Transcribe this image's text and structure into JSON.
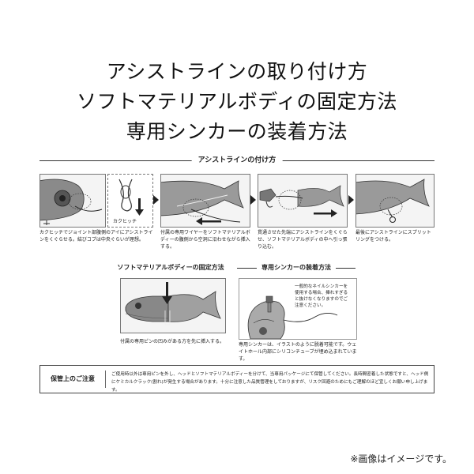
{
  "titles": [
    "アシストラインの取り付け方",
    "ソフトマテリアルボディの固定方法",
    "専用シンカーの装着方法"
  ],
  "assist_section": {
    "header": "アシストラインの付け方",
    "panel1_caption": "カクヒッチでジョイント部腹側のアイにアシストラインをくぐらせる。結びコブは中央ぐらいが理想。",
    "panel1_inset_label": "カクヒッチ",
    "panel2_caption": "付属の専用ワイヤーをソフトマテリアルボディーの腹側から空洞に沿わせながら挿入する。",
    "panel3_caption": "貫通させた先端にアシストラインをくぐらせ、ソフトマテリアルボディの中へ引っ張り込む。",
    "panel4_caption": "最後にアシストラインにスプリットリングをつける。"
  },
  "body_section": {
    "header": "ソフトマテリアルボディーの固定方法",
    "caption": "付属の専用ピンの凹みがある方を先に挿入する。"
  },
  "sinker_section": {
    "header": "専用シンカーの装着方法",
    "bubble": "一般的なネイルシンカーを使用する場合、挿れすぎると抜けなくなりますのでご注意ください。",
    "caption": "専用シンカーは、イラストのように脱着可能です。ウェイトホール内部にシリコンチューブが埋め込まれています。"
  },
  "notes": {
    "title": "保管上のご注意",
    "body": "ご使用時以外は専用ピンを外し、ヘッドとソフトマテリアルボディーを分けて、当専用パッケージにて保管してください。長時間密着した状態ですと、ヘッド側にケミカルクラック(割れ)が発生する場合があります。十分に注意した品質管理をしておりますが、リスク回避のためにもご理解のほど宜しくお願い申し上げます。"
  },
  "footnote": "※画像はイメージです。"
}
